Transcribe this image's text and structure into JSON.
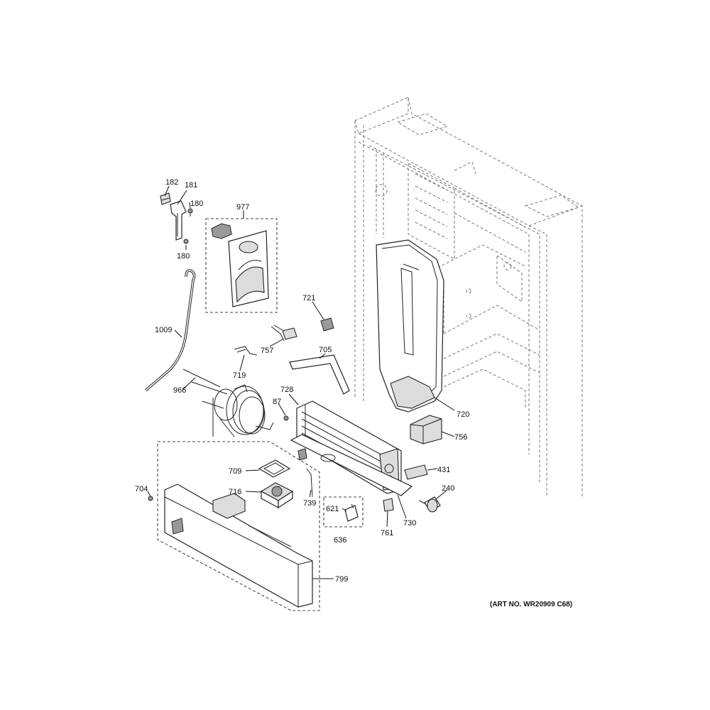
{
  "labels": {
    "l182": "182",
    "l181": "181",
    "l180a": "180",
    "l180b": "180",
    "l977": "977",
    "l1009": "1009",
    "l721": "721",
    "l757": "757",
    "l705": "705",
    "l719": "719",
    "l966": "966",
    "l728": "728",
    "l87": "87",
    "l720": "720",
    "l756": "756",
    "l709": "709",
    "l716": "716",
    "l704": "704",
    "l739": "739",
    "l431": "431",
    "l240": "240",
    "l621": "621",
    "l636": "636",
    "l761": "761",
    "l730": "730",
    "l799": "799"
  },
  "art_number": "(ART NO. WR20909 C68)"
}
